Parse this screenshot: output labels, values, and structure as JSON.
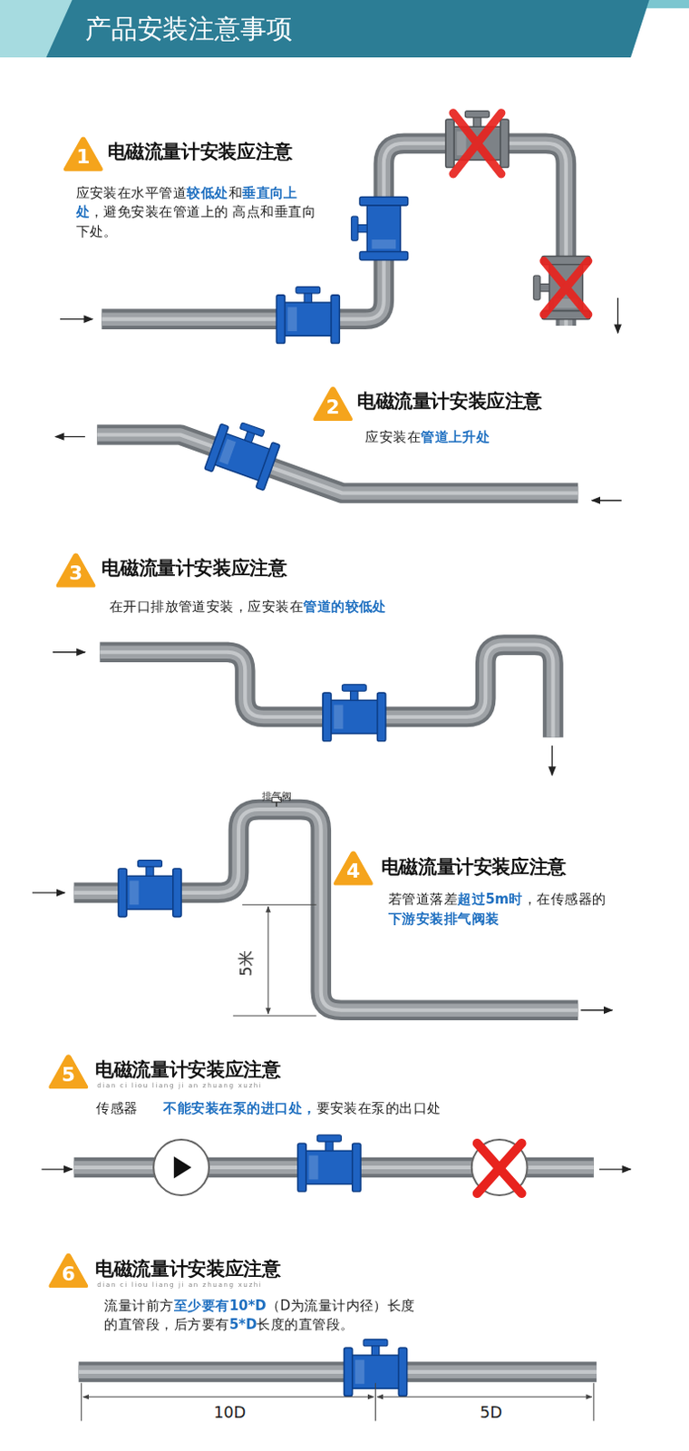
{
  "diagram": {
    "title": "产品安装注意事项",
    "nodes": [
      {
        "text": [
          "1",
          "电磁流量计安装应注意",
          "应安装在水平管道",
          "较低处",
          "和",
          "垂直向上处",
          "，避免安装在管道上的 高点和垂直向下处。"
        ]
      },
      {
        "text": [
          "2",
          "电磁流量计安装应注意",
          "应安装在",
          "管道上升处"
        ]
      },
      {
        "text": [
          "3",
          "电磁流量计安装应注意",
          "在开口排放管道安装，应安装在",
          "管道的较低处"
        ]
      },
      {
        "text": [
          "4",
          "电磁流量计安装应注意",
          "若管道落差",
          "超过5m时",
          "，在传感器的",
          "下游安装排气阀装"
        ]
      },
      {
        "text": [
          "5",
          "电磁流量计安装应注意",
          "传感器",
          "不能安装在泵的进口处，",
          "要安装在泵的出口处"
        ]
      },
      {
        "text": [
          "6",
          "电磁流量计安装应注意",
          "流量计前方",
          "至少要有10*D",
          "（D为流量计内径）长度的直管段，后方要有",
          "5*D",
          "长度的直管段。"
        ]
      }
    ],
    "labels": [
      "排气阀",
      "5米",
      "dian ci liou liang ji an zhuang xuzhi",
      "dian ci liou liang ji an zhuang xuzhi",
      "10D",
      "5D"
    ]
  }
}
